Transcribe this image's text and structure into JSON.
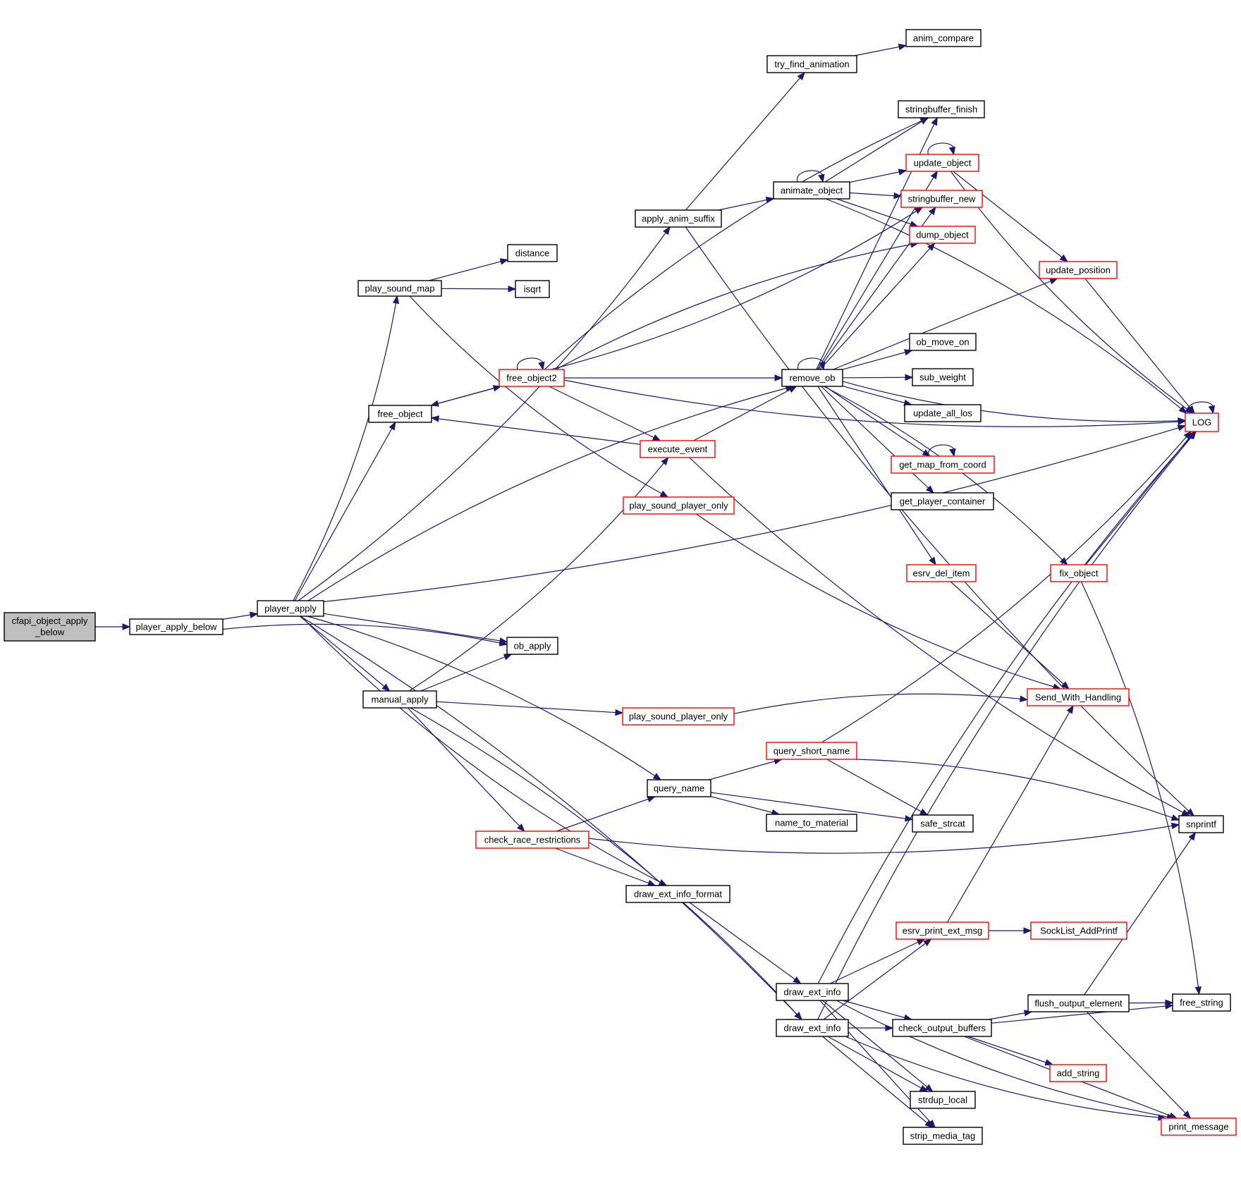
{
  "title": "cfapi_object_apply_below call graph",
  "colors": {
    "edge": "#191970",
    "root_fill": "#bfbfbf",
    "red_border": "#ff0000",
    "black_border": "#000000"
  },
  "nodes": [
    {
      "id": "cfapi",
      "label": "cfapi_object_apply",
      "label2": "_below",
      "style": "root"
    },
    {
      "id": "player_apply_below",
      "label": "player_apply_below",
      "style": "black"
    },
    {
      "id": "player_apply",
      "label": "player_apply",
      "style": "black"
    },
    {
      "id": "play_sound_map",
      "label": "play_sound_map",
      "style": "black"
    },
    {
      "id": "distance",
      "label": "distance",
      "style": "black"
    },
    {
      "id": "isqrt",
      "label": "isqrt",
      "style": "black"
    },
    {
      "id": "free_object",
      "label": "free_object",
      "style": "black"
    },
    {
      "id": "free_object2",
      "label": "free_object2",
      "style": "red"
    },
    {
      "id": "execute_event",
      "label": "execute_event",
      "style": "red"
    },
    {
      "id": "play_sound_player_only_1",
      "label": "play_sound_player_only",
      "style": "red"
    },
    {
      "id": "ob_apply",
      "label": "ob_apply",
      "style": "black"
    },
    {
      "id": "manual_apply",
      "label": "manual_apply",
      "style": "black"
    },
    {
      "id": "play_sound_player_only_2",
      "label": "play_sound_player_only",
      "style": "red"
    },
    {
      "id": "query_name",
      "label": "query_name",
      "style": "black"
    },
    {
      "id": "check_race_restrictions",
      "label": "check_race_restrictions",
      "style": "red"
    },
    {
      "id": "draw_ext_info_format",
      "label": "draw_ext_info_format",
      "style": "black"
    },
    {
      "id": "apply_anim_suffix",
      "label": "apply_anim_suffix",
      "style": "black"
    },
    {
      "id": "try_find_animation",
      "label": "try_find_animation",
      "style": "black"
    },
    {
      "id": "anim_compare",
      "label": "anim_compare",
      "style": "black"
    },
    {
      "id": "animate_object",
      "label": "animate_object",
      "style": "black"
    },
    {
      "id": "stringbuffer_finish",
      "label": "stringbuffer_finish",
      "style": "black"
    },
    {
      "id": "update_object",
      "label": "update_object",
      "style": "red"
    },
    {
      "id": "stringbuffer_new",
      "label": "stringbuffer_new",
      "style": "red"
    },
    {
      "id": "dump_object",
      "label": "dump_object",
      "style": "red"
    },
    {
      "id": "update_position",
      "label": "update_position",
      "style": "red"
    },
    {
      "id": "remove_ob",
      "label": "remove_ob",
      "style": "black"
    },
    {
      "id": "ob_move_on",
      "label": "ob_move_on",
      "style": "black"
    },
    {
      "id": "sub_weight",
      "label": "sub_weight",
      "style": "black"
    },
    {
      "id": "update_all_los",
      "label": "update_all_los",
      "style": "black"
    },
    {
      "id": "get_map_from_coord",
      "label": "get_map_from_coord",
      "style": "red"
    },
    {
      "id": "get_player_container",
      "label": "get_player_container",
      "style": "black"
    },
    {
      "id": "esrv_del_item",
      "label": "esrv_del_item",
      "style": "red"
    },
    {
      "id": "fix_object",
      "label": "fix_object",
      "style": "red"
    },
    {
      "id": "LOG",
      "label": "LOG",
      "style": "red"
    },
    {
      "id": "Send_With_Handling",
      "label": "Send_With_Handling",
      "style": "red"
    },
    {
      "id": "query_short_name",
      "label": "query_short_name",
      "style": "red"
    },
    {
      "id": "snprintf",
      "label": "snprintf",
      "style": "black"
    },
    {
      "id": "name_to_material",
      "label": "name_to_material",
      "style": "black"
    },
    {
      "id": "safe_strcat",
      "label": "safe_strcat",
      "style": "black"
    },
    {
      "id": "esrv_print_ext_msg",
      "label": "esrv_print_ext_msg",
      "style": "red"
    },
    {
      "id": "SockList_AddPrintf",
      "label": "SockList_AddPrintf",
      "style": "red"
    },
    {
      "id": "draw_ext_info_1",
      "label": "draw_ext_info",
      "style": "black"
    },
    {
      "id": "draw_ext_info_2",
      "label": "draw_ext_info",
      "style": "black"
    },
    {
      "id": "flush_output_element",
      "label": "flush_output_element",
      "style": "black"
    },
    {
      "id": "free_string",
      "label": "free_string",
      "style": "black"
    },
    {
      "id": "check_output_buffers",
      "label": "check_output_buffers",
      "style": "black"
    },
    {
      "id": "add_string",
      "label": "add_string",
      "style": "red"
    },
    {
      "id": "strdup_local",
      "label": "strdup_local",
      "style": "black"
    },
    {
      "id": "print_message",
      "label": "print_message",
      "style": "red"
    },
    {
      "id": "strip_media_tag",
      "label": "strip_media_tag",
      "style": "black"
    }
  ],
  "edges": [
    {
      "from": "cfapi",
      "to": "player_apply_below"
    },
    {
      "from": "player_apply_below",
      "to": "player_apply"
    },
    {
      "from": "player_apply_below",
      "to": "ob_apply"
    },
    {
      "from": "player_apply",
      "to": "play_sound_map"
    },
    {
      "from": "player_apply",
      "to": "free_object"
    },
    {
      "from": "player_apply",
      "to": "apply_anim_suffix"
    },
    {
      "from": "player_apply",
      "to": "remove_ob"
    },
    {
      "from": "player_apply",
      "to": "LOG"
    },
    {
      "from": "player_apply",
      "to": "ob_apply"
    },
    {
      "from": "player_apply",
      "to": "manual_apply"
    },
    {
      "from": "player_apply",
      "to": "query_name"
    },
    {
      "from": "player_apply",
      "to": "draw_ext_info_format"
    },
    {
      "from": "player_apply",
      "to": "draw_ext_info_2"
    },
    {
      "from": "play_sound_map",
      "to": "distance"
    },
    {
      "from": "play_sound_map",
      "to": "isqrt"
    },
    {
      "from": "play_sound_map",
      "to": "play_sound_player_only_1"
    },
    {
      "from": "free_object",
      "to": "free_object2"
    },
    {
      "from": "free_object2",
      "to": "free_object"
    },
    {
      "from": "free_object2",
      "to": "free_object2"
    },
    {
      "from": "free_object2",
      "to": "LOG"
    },
    {
      "from": "free_object2",
      "to": "stringbuffer_finish"
    },
    {
      "from": "free_object2",
      "to": "stringbuffer_new"
    },
    {
      "from": "free_object2",
      "to": "dump_object"
    },
    {
      "from": "free_object2",
      "to": "remove_ob"
    },
    {
      "from": "free_object2",
      "to": "execute_event"
    },
    {
      "from": "execute_event",
      "to": "free_object"
    },
    {
      "from": "execute_event",
      "to": "remove_ob"
    },
    {
      "from": "execute_event",
      "to": "snprintf"
    },
    {
      "from": "manual_apply",
      "to": "ob_apply"
    },
    {
      "from": "manual_apply",
      "to": "execute_event"
    },
    {
      "from": "manual_apply",
      "to": "play_sound_player_only_2"
    },
    {
      "from": "manual_apply",
      "to": "check_race_restrictions"
    },
    {
      "from": "manual_apply",
      "to": "draw_ext_info_2"
    },
    {
      "from": "play_sound_player_only_1",
      "to": "Send_With_Handling"
    },
    {
      "from": "play_sound_player_only_2",
      "to": "Send_With_Handling"
    },
    {
      "from": "apply_anim_suffix",
      "to": "try_find_animation"
    },
    {
      "from": "apply_anim_suffix",
      "to": "animate_object"
    },
    {
      "from": "apply_anim_suffix",
      "to": "snprintf"
    },
    {
      "from": "try_find_animation",
      "to": "anim_compare"
    },
    {
      "from": "animate_object",
      "to": "animate_object"
    },
    {
      "from": "animate_object",
      "to": "stringbuffer_finish"
    },
    {
      "from": "animate_object",
      "to": "update_object"
    },
    {
      "from": "animate_object",
      "to": "stringbuffer_new"
    },
    {
      "from": "animate_object",
      "to": "dump_object"
    },
    {
      "from": "animate_object",
      "to": "LOG"
    },
    {
      "from": "update_object",
      "to": "update_object"
    },
    {
      "from": "update_object",
      "to": "update_position"
    },
    {
      "from": "update_object",
      "to": "LOG"
    },
    {
      "from": "update_position",
      "to": "LOG"
    },
    {
      "from": "remove_ob",
      "to": "remove_ob"
    },
    {
      "from": "remove_ob",
      "to": "stringbuffer_finish"
    },
    {
      "from": "remove_ob",
      "to": "update_object"
    },
    {
      "from": "remove_ob",
      "to": "stringbuffer_new"
    },
    {
      "from": "remove_ob",
      "to": "dump_object"
    },
    {
      "from": "remove_ob",
      "to": "update_position"
    },
    {
      "from": "remove_ob",
      "to": "LOG"
    },
    {
      "from": "remove_ob",
      "to": "ob_move_on"
    },
    {
      "from": "remove_ob",
      "to": "sub_weight"
    },
    {
      "from": "remove_ob",
      "to": "update_all_los"
    },
    {
      "from": "remove_ob",
      "to": "get_map_from_coord"
    },
    {
      "from": "remove_ob",
      "to": "get_player_container"
    },
    {
      "from": "remove_ob",
      "to": "esrv_del_item"
    },
    {
      "from": "remove_ob",
      "to": "fix_object"
    },
    {
      "from": "get_map_from_coord",
      "to": "get_map_from_coord"
    },
    {
      "from": "esrv_del_item",
      "to": "Send_With_Handling"
    },
    {
      "from": "fix_object",
      "to": "LOG"
    },
    {
      "from": "fix_object",
      "to": "free_string"
    },
    {
      "from": "LOG",
      "to": "LOG"
    },
    {
      "from": "query_name",
      "to": "query_short_name"
    },
    {
      "from": "query_name",
      "to": "name_to_material"
    },
    {
      "from": "query_name",
      "to": "safe_strcat"
    },
    {
      "from": "query_short_name",
      "to": "LOG"
    },
    {
      "from": "query_short_name",
      "to": "snprintf"
    },
    {
      "from": "query_short_name",
      "to": "safe_strcat"
    },
    {
      "from": "check_race_restrictions",
      "to": "query_name"
    },
    {
      "from": "check_race_restrictions",
      "to": "snprintf"
    },
    {
      "from": "check_race_restrictions",
      "to": "draw_ext_info_format"
    },
    {
      "from": "draw_ext_info_format",
      "to": "draw_ext_info_1"
    },
    {
      "from": "draw_ext_info_1",
      "to": "LOG"
    },
    {
      "from": "draw_ext_info_1",
      "to": "esrv_print_ext_msg"
    },
    {
      "from": "draw_ext_info_1",
      "to": "check_output_buffers"
    },
    {
      "from": "draw_ext_info_1",
      "to": "strdup_local"
    },
    {
      "from": "draw_ext_info_1",
      "to": "strip_media_tag"
    },
    {
      "from": "draw_ext_info_1",
      "to": "print_message"
    },
    {
      "from": "draw_ext_info_2",
      "to": "LOG"
    },
    {
      "from": "draw_ext_info_2",
      "to": "esrv_print_ext_msg"
    },
    {
      "from": "draw_ext_info_2",
      "to": "check_output_buffers"
    },
    {
      "from": "draw_ext_info_2",
      "to": "strdup_local"
    },
    {
      "from": "draw_ext_info_2",
      "to": "strip_media_tag"
    },
    {
      "from": "draw_ext_info_2",
      "to": "print_message"
    },
    {
      "from": "esrv_print_ext_msg",
      "to": "Send_With_Handling"
    },
    {
      "from": "esrv_print_ext_msg",
      "to": "SockList_AddPrintf"
    },
    {
      "from": "check_output_buffers",
      "to": "flush_output_element"
    },
    {
      "from": "check_output_buffers",
      "to": "free_string"
    },
    {
      "from": "check_output_buffers",
      "to": "add_string"
    },
    {
      "from": "check_output_buffers",
      "to": "print_message"
    },
    {
      "from": "flush_output_element",
      "to": "free_string"
    },
    {
      "from": "flush_output_element",
      "to": "snprintf"
    },
    {
      "from": "flush_output_element",
      "to": "print_message"
    }
  ]
}
